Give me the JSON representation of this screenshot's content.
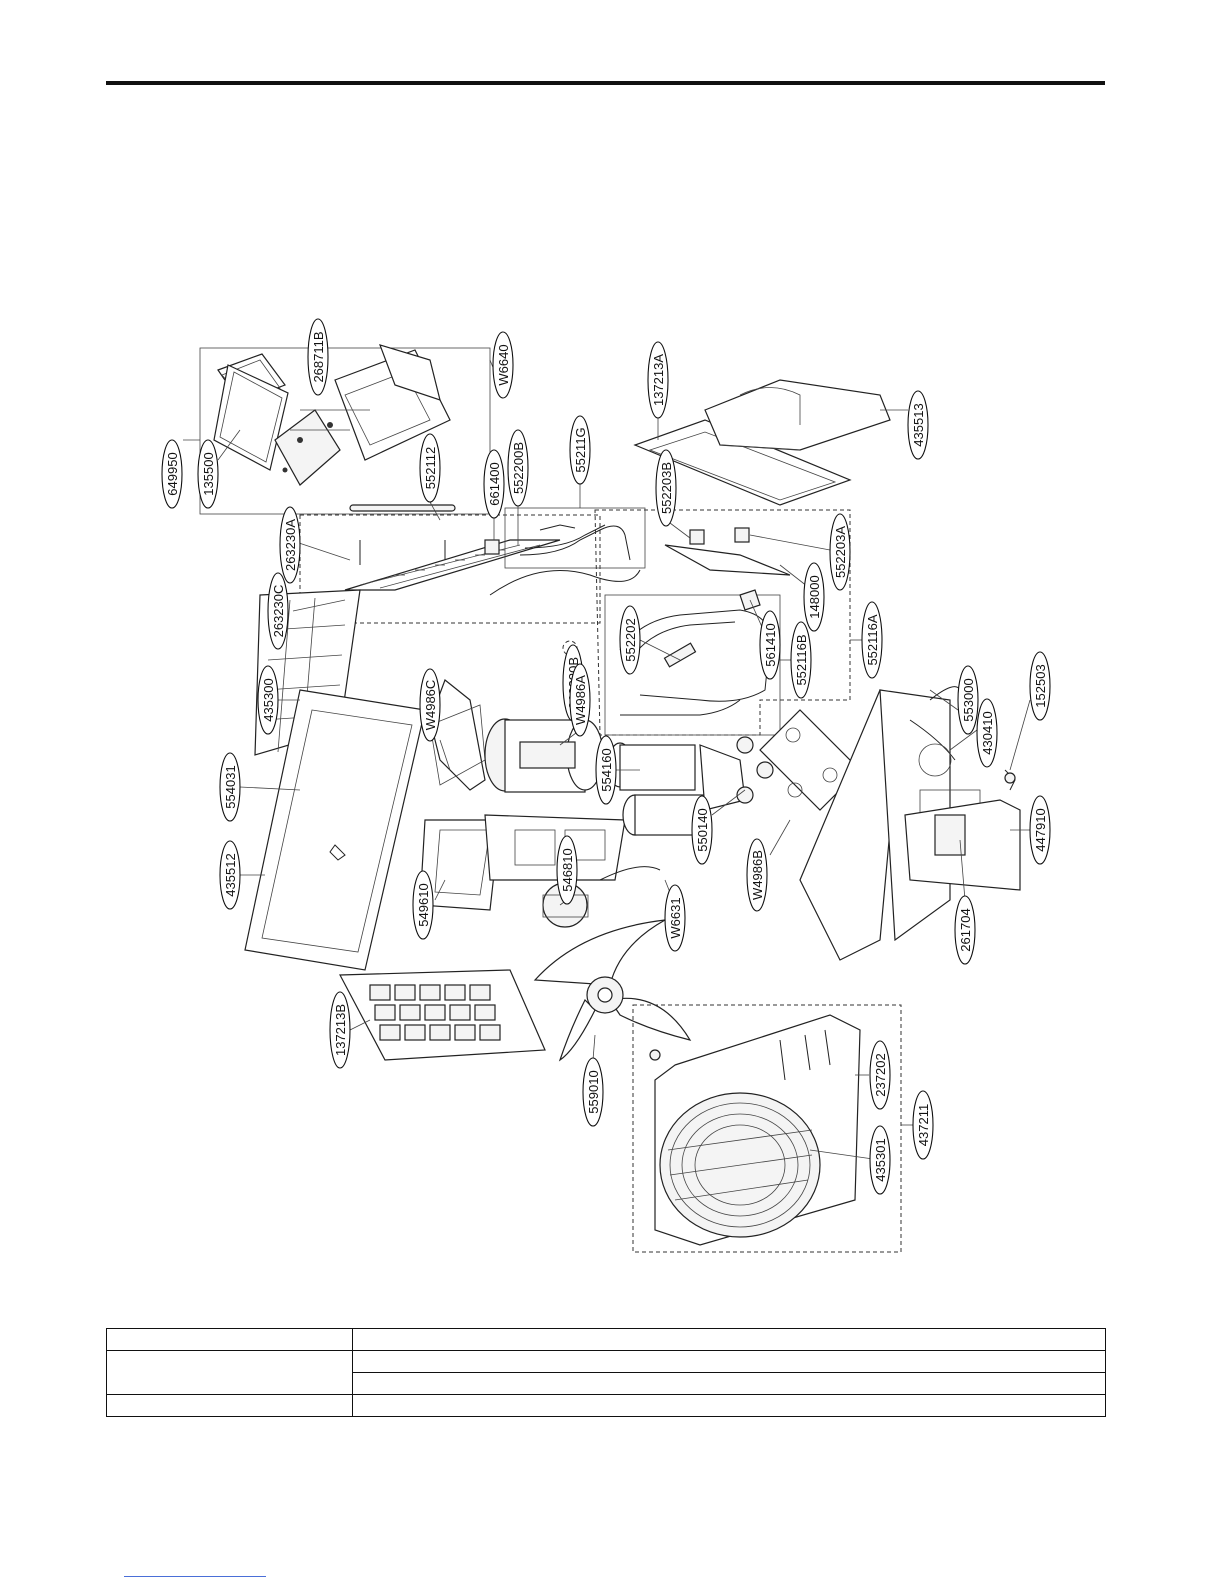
{
  "page": {
    "header_rule": true
  },
  "part_labels": {
    "p649950": "649950",
    "p135500": "135500",
    "p268711B": "268711B",
    "pW6640": "W6640",
    "p552112": "552112",
    "p661400": "661400",
    "p552200B": "552200B",
    "p55211G": "55211G",
    "p263230A": "263230A",
    "p263230C": "263230C",
    "p137213A": "137213A",
    "p435513": "435513",
    "p552203B": "552203B",
    "p552203A": "552203A",
    "p148000": "148000",
    "p552116A": "552116A",
    "p552202": "552202",
    "p561410": "561410",
    "p552116B": "552116B",
    "p263230B": "263230B",
    "pW4986A": "W4986A",
    "pW4986C": "W4986C",
    "p435300": "435300",
    "p554031": "554031",
    "p435512": "435512",
    "p554160": "554160",
    "p550140": "550140",
    "p549610": "549610",
    "p546810": "546810",
    "pW6631": "W6631",
    "pW4986B": "W4986B",
    "p553000": "553000",
    "p152503": "152503",
    "p430410": "430410",
    "p447910": "447910",
    "p261704": "261704",
    "p137213B": "137213B",
    "p559010": "559010",
    "p237202": "237202",
    "p437211": "437211",
    "p435301": "435301"
  },
  "table": {
    "rows": [
      [
        "",
        ""
      ],
      [
        "",
        ""
      ],
      [
        "",
        ""
      ],
      [
        "",
        ""
      ]
    ]
  }
}
